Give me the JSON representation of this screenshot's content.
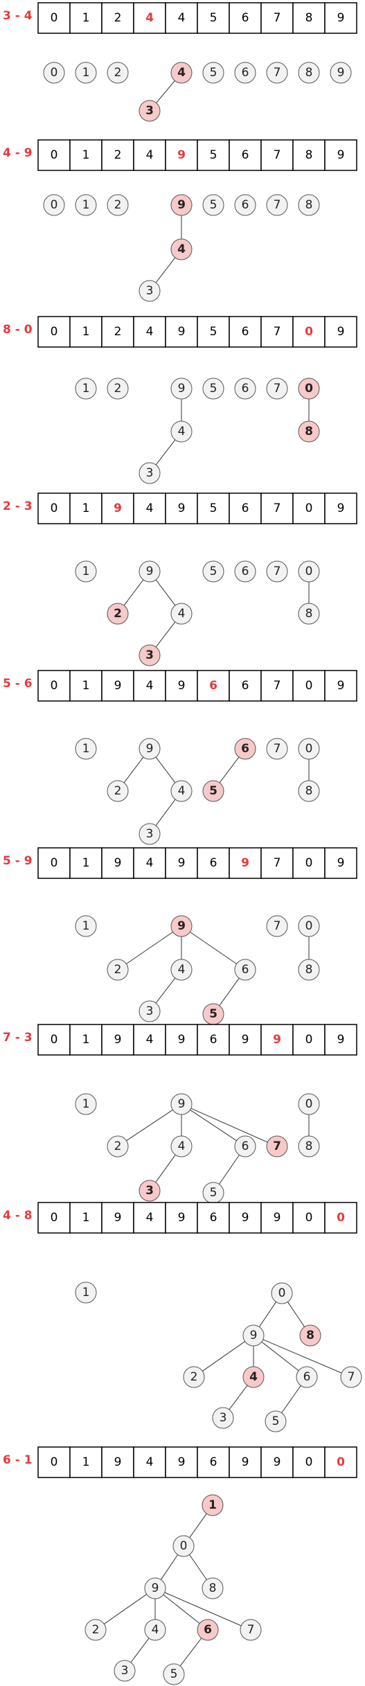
{
  "colors": {
    "highlight_text": "#e8393b",
    "highlight_node": "#f8c9c9",
    "node": "#f2f2f2"
  },
  "steps": [
    {
      "label": "3 - 4",
      "array": [
        "0",
        "1",
        "2",
        "4",
        "4",
        "5",
        "6",
        "7",
        "8",
        "9"
      ],
      "array_highlight": [
        3
      ],
      "nodes": [
        {
          "id": "n0",
          "label": "0"
        },
        {
          "id": "n1",
          "label": "1"
        },
        {
          "id": "n2",
          "label": "2"
        },
        {
          "id": "n4",
          "label": "4",
          "hl": true
        },
        {
          "id": "n3",
          "label": "3",
          "hl": true
        },
        {
          "id": "n5",
          "label": "5"
        },
        {
          "id": "n6",
          "label": "6"
        },
        {
          "id": "n7",
          "label": "7"
        },
        {
          "id": "n8",
          "label": "8"
        },
        {
          "id": "n9",
          "label": "9"
        }
      ],
      "edges": [
        [
          "n4",
          "n3"
        ]
      ]
    },
    {
      "label": "4 - 9",
      "array": [
        "0",
        "1",
        "2",
        "4",
        "9",
        "5",
        "6",
        "7",
        "8",
        "9"
      ],
      "array_highlight": [
        4
      ],
      "nodes": [
        {
          "id": "n0",
          "label": "0"
        },
        {
          "id": "n1",
          "label": "1"
        },
        {
          "id": "n2",
          "label": "2"
        },
        {
          "id": "n9",
          "label": "9",
          "hl": true
        },
        {
          "id": "n4",
          "label": "4",
          "hl": true
        },
        {
          "id": "n3",
          "label": "3"
        },
        {
          "id": "n5",
          "label": "5"
        },
        {
          "id": "n6",
          "label": "6"
        },
        {
          "id": "n7",
          "label": "7"
        },
        {
          "id": "n8",
          "label": "8"
        }
      ],
      "edges": [
        [
          "n9",
          "n4"
        ],
        [
          "n4",
          "n3"
        ]
      ]
    },
    {
      "label": "8 - 0",
      "array": [
        "0",
        "1",
        "2",
        "4",
        "9",
        "5",
        "6",
        "7",
        "0",
        "9"
      ],
      "array_highlight": [
        8
      ],
      "nodes": [
        {
          "id": "n1",
          "label": "1"
        },
        {
          "id": "n2",
          "label": "2"
        },
        {
          "id": "n9",
          "label": "9"
        },
        {
          "id": "n4",
          "label": "4"
        },
        {
          "id": "n3",
          "label": "3"
        },
        {
          "id": "n5",
          "label": "5"
        },
        {
          "id": "n6",
          "label": "6"
        },
        {
          "id": "n7",
          "label": "7"
        },
        {
          "id": "n0",
          "label": "0",
          "hl": true
        },
        {
          "id": "n8",
          "label": "8",
          "hl": true
        }
      ],
      "edges": [
        [
          "n9",
          "n4"
        ],
        [
          "n4",
          "n3"
        ],
        [
          "n0",
          "n8"
        ]
      ]
    },
    {
      "label": "2 - 3",
      "array": [
        "0",
        "1",
        "9",
        "4",
        "9",
        "5",
        "6",
        "7",
        "0",
        "9"
      ],
      "array_highlight": [
        2
      ],
      "nodes": [
        {
          "id": "n1",
          "label": "1"
        },
        {
          "id": "n9",
          "label": "9"
        },
        {
          "id": "n2",
          "label": "2",
          "hl": true
        },
        {
          "id": "n4",
          "label": "4"
        },
        {
          "id": "n3",
          "label": "3",
          "hl": true
        },
        {
          "id": "n5",
          "label": "5"
        },
        {
          "id": "n6",
          "label": "6"
        },
        {
          "id": "n7",
          "label": "7"
        },
        {
          "id": "n0",
          "label": "0"
        },
        {
          "id": "n8",
          "label": "8"
        }
      ],
      "edges": [
        [
          "n9",
          "n2"
        ],
        [
          "n9",
          "n4"
        ],
        [
          "n4",
          "n3"
        ],
        [
          "n0",
          "n8"
        ]
      ]
    },
    {
      "label": "5 - 6",
      "array": [
        "0",
        "1",
        "9",
        "4",
        "9",
        "6",
        "6",
        "7",
        "0",
        "9"
      ],
      "array_highlight": [
        5
      ],
      "nodes": [
        {
          "id": "n1",
          "label": "1"
        },
        {
          "id": "n9",
          "label": "9"
        },
        {
          "id": "n2",
          "label": "2"
        },
        {
          "id": "n4",
          "label": "4"
        },
        {
          "id": "n3",
          "label": "3"
        },
        {
          "id": "n6",
          "label": "6",
          "hl": true
        },
        {
          "id": "n5",
          "label": "5",
          "hl": true
        },
        {
          "id": "n7",
          "label": "7"
        },
        {
          "id": "n0",
          "label": "0"
        },
        {
          "id": "n8",
          "label": "8"
        }
      ],
      "edges": [
        [
          "n9",
          "n2"
        ],
        [
          "n9",
          "n4"
        ],
        [
          "n4",
          "n3"
        ],
        [
          "n6",
          "n5"
        ],
        [
          "n0",
          "n8"
        ]
      ]
    },
    {
      "label": "5 - 9",
      "array": [
        "0",
        "1",
        "9",
        "4",
        "9",
        "6",
        "9",
        "7",
        "0",
        "9"
      ],
      "array_highlight": [
        6
      ],
      "nodes": [
        {
          "id": "n1",
          "label": "1"
        },
        {
          "id": "n9",
          "label": "9",
          "hl": true
        },
        {
          "id": "n2",
          "label": "2"
        },
        {
          "id": "n4",
          "label": "4"
        },
        {
          "id": "n6",
          "label": "6"
        },
        {
          "id": "n3",
          "label": "3"
        },
        {
          "id": "n5",
          "label": "5",
          "hl": true
        },
        {
          "id": "n7",
          "label": "7"
        },
        {
          "id": "n0",
          "label": "0"
        },
        {
          "id": "n8",
          "label": "8"
        }
      ],
      "edges": [
        [
          "n9",
          "n2"
        ],
        [
          "n9",
          "n4"
        ],
        [
          "n9",
          "n6"
        ],
        [
          "n4",
          "n3"
        ],
        [
          "n6",
          "n5"
        ],
        [
          "n0",
          "n8"
        ]
      ]
    },
    {
      "label": "7 - 3",
      "array": [
        "0",
        "1",
        "9",
        "4",
        "9",
        "6",
        "9",
        "9",
        "0",
        "9"
      ],
      "array_highlight": [
        7
      ],
      "nodes": [
        {
          "id": "n1",
          "label": "1"
        },
        {
          "id": "n9",
          "label": "9"
        },
        {
          "id": "n2",
          "label": "2"
        },
        {
          "id": "n4",
          "label": "4"
        },
        {
          "id": "n6",
          "label": "6"
        },
        {
          "id": "n7",
          "label": "7",
          "hl": true
        },
        {
          "id": "n3",
          "label": "3",
          "hl": true
        },
        {
          "id": "n5",
          "label": "5"
        },
        {
          "id": "n0",
          "label": "0"
        },
        {
          "id": "n8",
          "label": "8"
        }
      ],
      "edges": [
        [
          "n9",
          "n2"
        ],
        [
          "n9",
          "n4"
        ],
        [
          "n9",
          "n6"
        ],
        [
          "n9",
          "n7"
        ],
        [
          "n4",
          "n3"
        ],
        [
          "n6",
          "n5"
        ],
        [
          "n0",
          "n8"
        ]
      ]
    },
    {
      "label": "4 - 8",
      "array": [
        "0",
        "1",
        "9",
        "4",
        "9",
        "6",
        "9",
        "9",
        "0",
        "0"
      ],
      "array_highlight": [
        9
      ],
      "nodes": [
        {
          "id": "n1",
          "label": "1"
        },
        {
          "id": "n0",
          "label": "0"
        },
        {
          "id": "n9",
          "label": "9"
        },
        {
          "id": "n8",
          "label": "8",
          "hl": true
        },
        {
          "id": "n2",
          "label": "2"
        },
        {
          "id": "n4",
          "label": "4",
          "hl": true
        },
        {
          "id": "n6",
          "label": "6"
        },
        {
          "id": "n7",
          "label": "7"
        },
        {
          "id": "n3",
          "label": "3"
        },
        {
          "id": "n5",
          "label": "5"
        }
      ],
      "edges": [
        [
          "n0",
          "n9"
        ],
        [
          "n0",
          "n8"
        ],
        [
          "n9",
          "n2"
        ],
        [
          "n9",
          "n4"
        ],
        [
          "n9",
          "n6"
        ],
        [
          "n9",
          "n7"
        ],
        [
          "n4",
          "n3"
        ],
        [
          "n6",
          "n5"
        ]
      ]
    },
    {
      "label": "6 - 1",
      "array": [
        "0",
        "1",
        "9",
        "4",
        "9",
        "6",
        "9",
        "9",
        "0",
        "0"
      ],
      "array_highlight": [
        9
      ],
      "nodes": [
        {
          "id": "n1",
          "label": "1",
          "hl": true
        },
        {
          "id": "n0",
          "label": "0"
        },
        {
          "id": "n9",
          "label": "9"
        },
        {
          "id": "n8",
          "label": "8"
        },
        {
          "id": "n2",
          "label": "2"
        },
        {
          "id": "n4",
          "label": "4"
        },
        {
          "id": "n6",
          "label": "6",
          "hl": true
        },
        {
          "id": "n7",
          "label": "7"
        },
        {
          "id": "n3",
          "label": "3"
        },
        {
          "id": "n5",
          "label": "5"
        }
      ],
      "edges": [
        [
          "n1",
          "n0"
        ],
        [
          "n0",
          "n9"
        ],
        [
          "n0",
          "n8"
        ],
        [
          "n9",
          "n2"
        ],
        [
          "n9",
          "n4"
        ],
        [
          "n9",
          "n6"
        ],
        [
          "n9",
          "n7"
        ],
        [
          "n4",
          "n3"
        ],
        [
          "n6",
          "n5"
        ]
      ]
    }
  ]
}
